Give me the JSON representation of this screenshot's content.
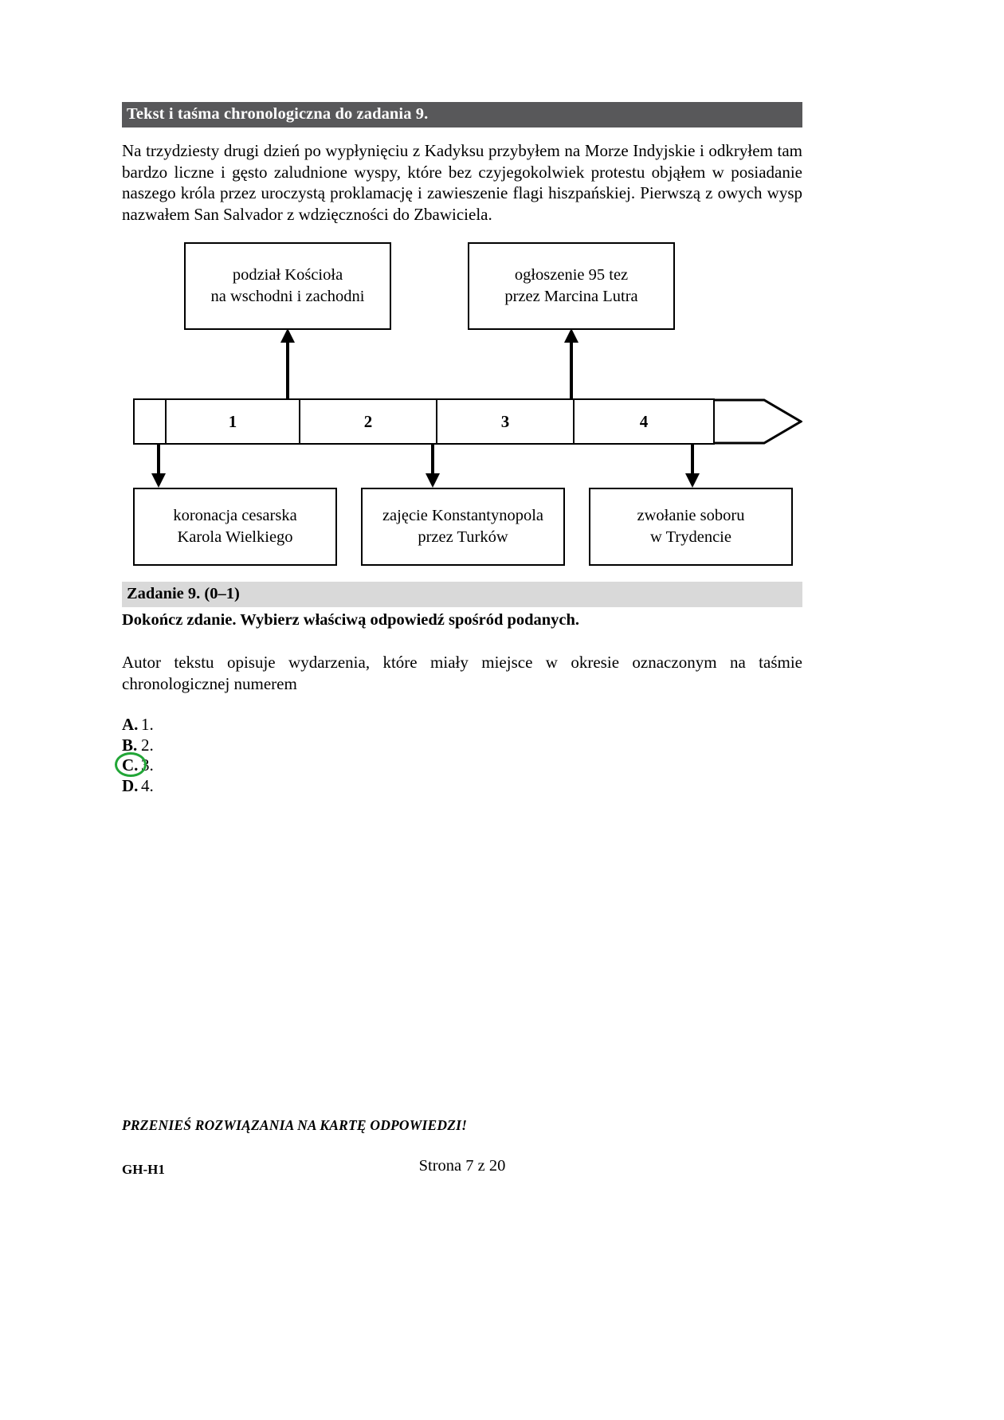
{
  "source_header": "Tekst i taśma chronologiczna do zadania 9.",
  "source_text": "Na trzydziesty drugi dzień po wypłynięciu z Kadyksu przybyłem na Morze Indyjskie i odkryłem tam bardzo liczne i gęsto zaludnione wyspy, które bez czyjegokolwiek protestu objąłem w posiadanie naszego króla przez uroczystą proklamację i zawieszenie flagi hiszpańskiej. Pierwszą z owych wysp nazwałem San Salvador z wdzięczności do Zbawiciela.",
  "timeline": {
    "top_boxes": [
      {
        "line1": "podział Kościoła",
        "line2": "na wschodni i zachodni"
      },
      {
        "line1": "ogłoszenie 95 tez",
        "line2": "przez Marcina Lutra"
      }
    ],
    "segments": [
      "1",
      "2",
      "3",
      "4"
    ],
    "bottom_boxes": [
      {
        "line1": "koronacja cesarska",
        "line2": "Karola Wielkiego"
      },
      {
        "line1": "zajęcie Konstantynopola",
        "line2": "przez Turków"
      },
      {
        "line1": "zwołanie soboru",
        "line2": "w Trydencie"
      }
    ]
  },
  "task": {
    "header": "Zadanie 9. (0–1)",
    "instruction": "Dokończ zdanie. Wybierz właściwą odpowiedź spośród podanych.",
    "body_line1": "Autor tekstu opisuje wydarzenia, które miały miejsce w okresie oznaczonym na taśmie",
    "body_line2": "chronologicznej numerem",
    "options": [
      {
        "letter": "A.",
        "value": "1.",
        "selected": false
      },
      {
        "letter": "B.",
        "value": "2.",
        "selected": false
      },
      {
        "letter": "C.",
        "value": "3.",
        "selected": true
      },
      {
        "letter": "D.",
        "value": "4.",
        "selected": false
      }
    ]
  },
  "footer": {
    "note": "PRZENIEŚ ROZWIĄZANIA NA KARTĘ ODPOWIEDZI!",
    "code": "GH-H1",
    "page": "Strona 7 z 20"
  },
  "colors": {
    "header_dark": "#58585a",
    "header_light": "#d9d9d9",
    "mark_green": "#22a637"
  }
}
